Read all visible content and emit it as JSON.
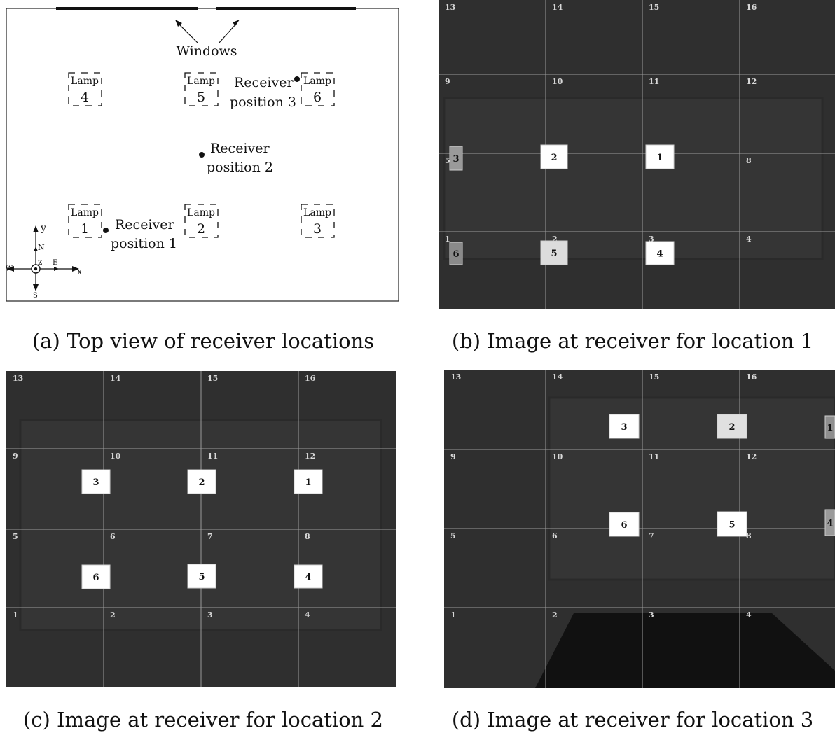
{
  "panel_a": {
    "windows_label": "Windows",
    "lamps": [
      {
        "word": "Lamp",
        "num": "4"
      },
      {
        "word": "Lamp",
        "num": "5"
      },
      {
        "word": "Lamp",
        "num": "6"
      },
      {
        "word": "Lamp",
        "num": "1"
      },
      {
        "word": "Lamp",
        "num": "2"
      },
      {
        "word": "Lamp",
        "num": "3"
      }
    ],
    "receivers": [
      {
        "line1": "Receiver",
        "line2": "position 1"
      },
      {
        "line1": "Receiver",
        "line2": "position 2"
      },
      {
        "line1": "Receiver",
        "line2": "position 3"
      }
    ],
    "compass": {
      "y": "y",
      "n": "N",
      "z": "z",
      "e": "E",
      "x": "x",
      "w": "W",
      "s": "S"
    }
  },
  "grid_numbers": [
    "13",
    "14",
    "15",
    "16",
    "9",
    "10",
    "11",
    "12",
    "5",
    "6",
    "7",
    "8",
    "1",
    "2",
    "3",
    "4"
  ],
  "panel_b": {
    "lamps": [
      {
        "label": "3",
        "color": "#9a9a9a"
      },
      {
        "label": "2",
        "color": "#ffffff"
      },
      {
        "label": "1",
        "color": "#ffffff"
      },
      {
        "label": "6",
        "color": "#8a8a8a"
      },
      {
        "label": "5",
        "color": "#dcdcdc"
      },
      {
        "label": "4",
        "color": "#ffffff"
      }
    ]
  },
  "panel_c": {
    "lamps": [
      {
        "label": "3",
        "color": "#ffffff"
      },
      {
        "label": "2",
        "color": "#ffffff"
      },
      {
        "label": "1",
        "color": "#ffffff"
      },
      {
        "label": "6",
        "color": "#ffffff"
      },
      {
        "label": "5",
        "color": "#ffffff"
      },
      {
        "label": "4",
        "color": "#ffffff"
      }
    ]
  },
  "panel_d": {
    "lamps": [
      {
        "label": "3",
        "color": "#ffffff"
      },
      {
        "label": "2",
        "color": "#e0e0e0"
      },
      {
        "label": "1",
        "color": "#8f8f8f"
      },
      {
        "label": "6",
        "color": "#ffffff"
      },
      {
        "label": "5",
        "color": "#ffffff"
      },
      {
        "label": "4",
        "color": "#9a9a9a"
      }
    ]
  },
  "captions": {
    "a": "(a) Top view of receiver locations",
    "b": "(b) Image at receiver for location 1",
    "c": "(c) Image at receiver for location 2",
    "d": "(d) Image at receiver for location 3"
  }
}
